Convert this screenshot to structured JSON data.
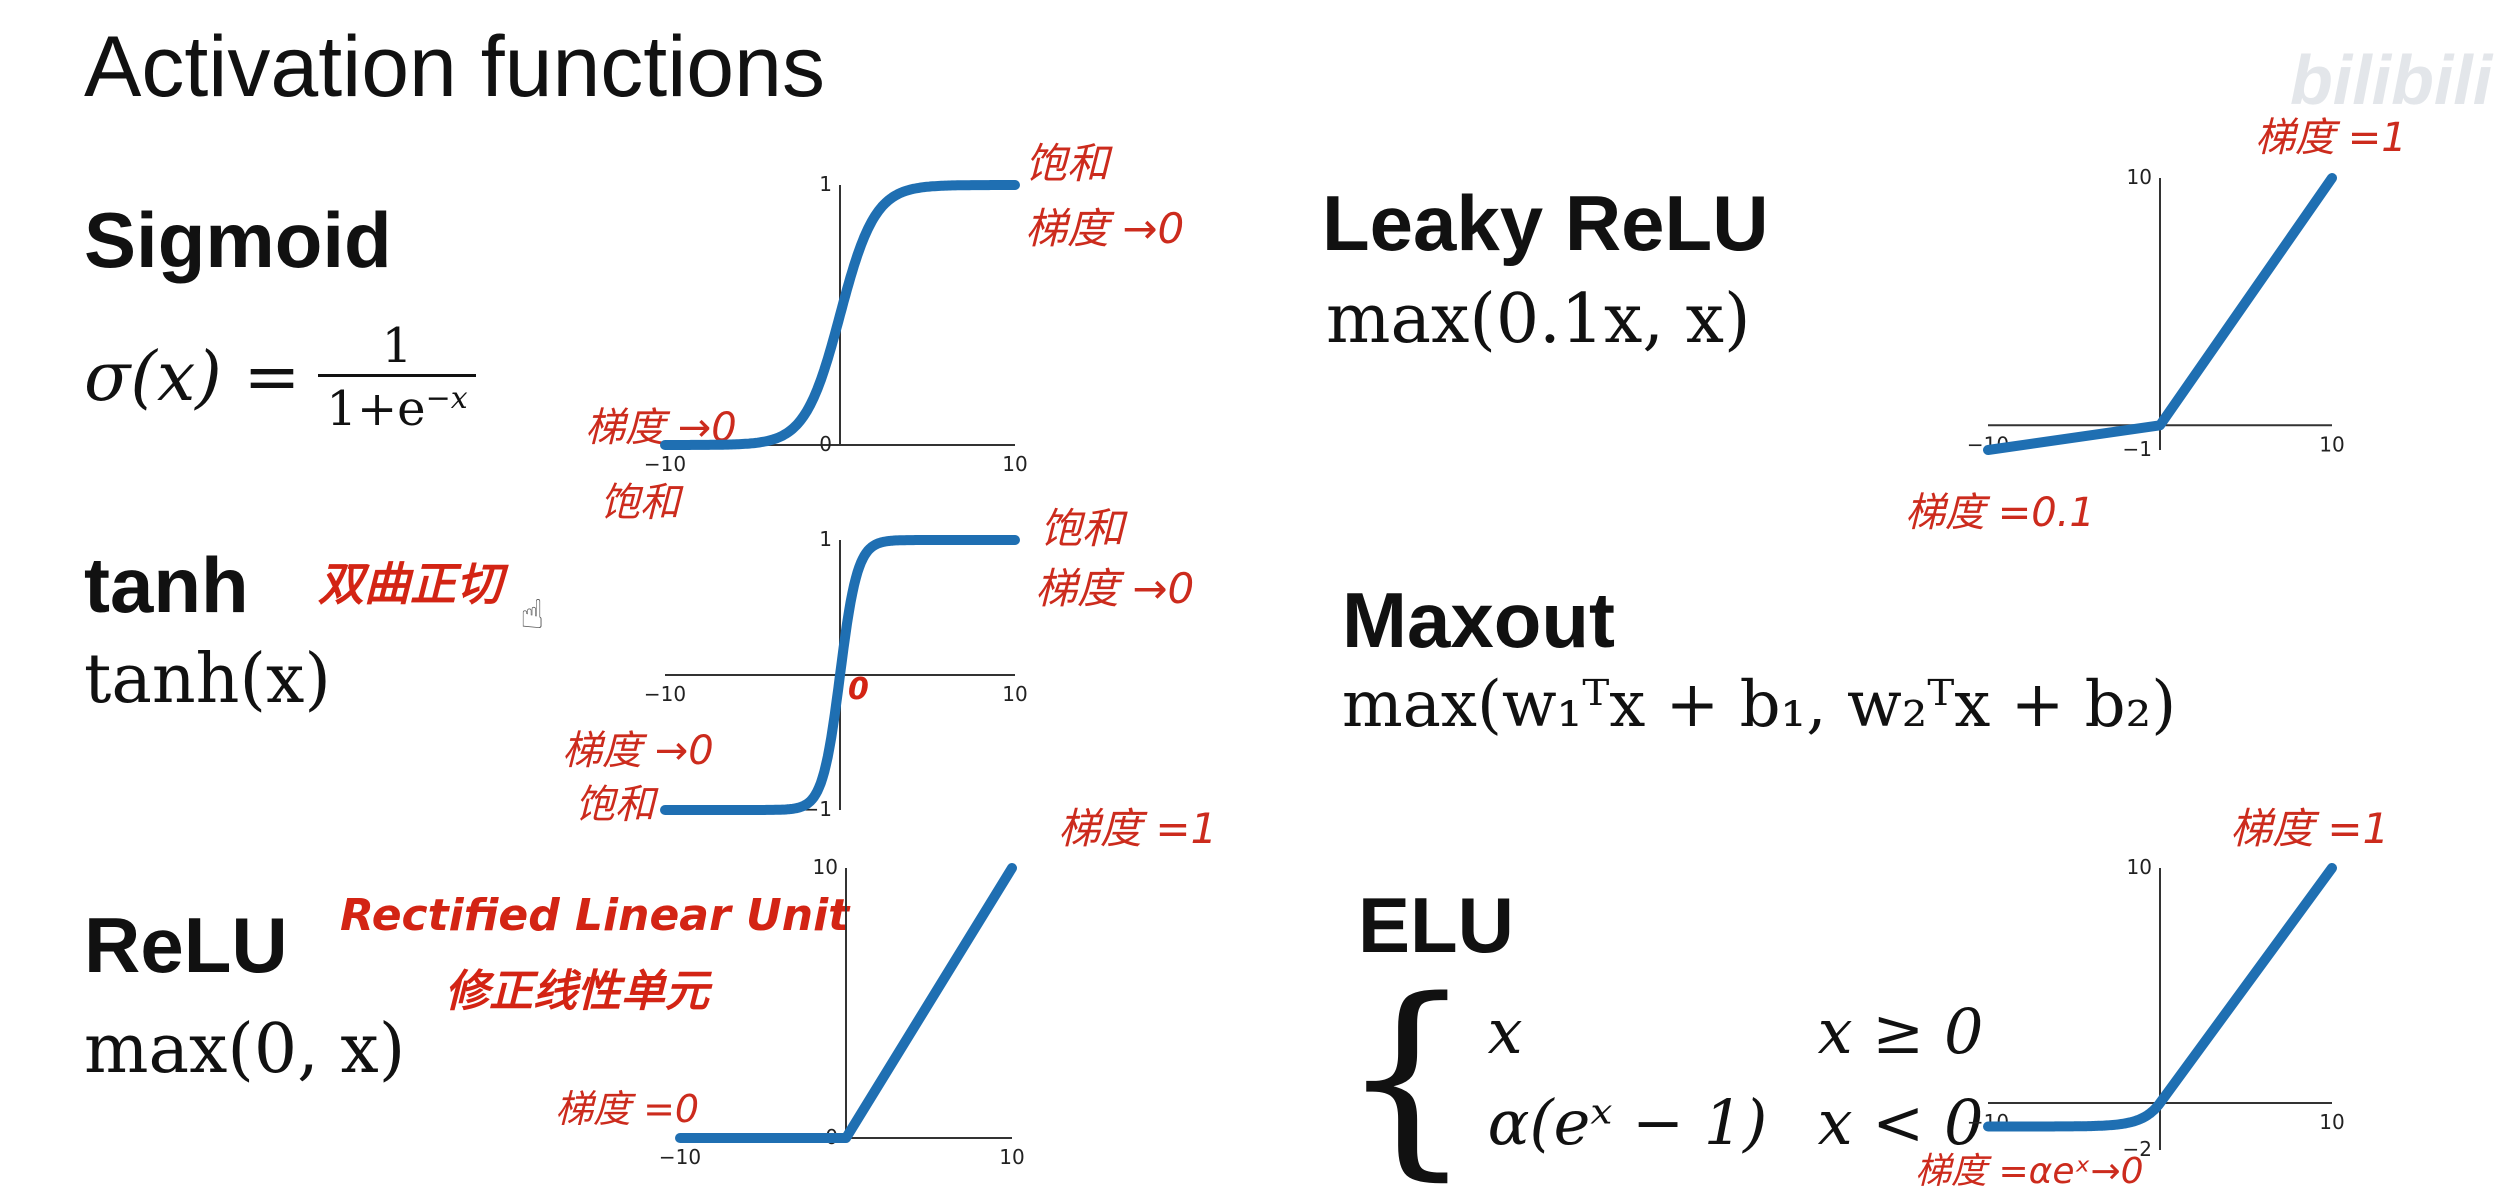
{
  "title": "Activation functions",
  "watermark": "bilibili",
  "functions": {
    "sigmoid": {
      "name": "Sigmoid",
      "lhs": "σ(x) =",
      "frac_num": "1",
      "frac_den": "1+e",
      "frac_exp": "−x",
      "notes": {
        "top_saturation": "饱和",
        "top_gradient": "梯度 →0",
        "bottom_gradient": "梯度 →0",
        "bottom_saturation": "饱和"
      }
    },
    "tanh": {
      "name": "tanh",
      "formula": "tanh(x)",
      "chinese": "双曲正切",
      "notes": {
        "top_saturation": "饱和",
        "top_gradient": "梯度 →0",
        "bottom_gradient": "梯度 →0",
        "bottom_saturation": "饱和",
        "zero_mark": "0"
      }
    },
    "relu": {
      "name": "ReLU",
      "formula": "max(0, x)",
      "english_note": "Rectified Linear Unit",
      "chinese_note": "修正线性单元",
      "notes": {
        "right_gradient": "梯度 =1",
        "left_gradient": "梯度 =0"
      }
    },
    "leaky_relu": {
      "name": "Leaky ReLU",
      "formula": "max(0.1x, x)",
      "notes": {
        "right_gradient": "梯度 =1",
        "left_gradient": "梯度 =0.1"
      }
    },
    "maxout": {
      "name": "Maxout",
      "formula": "max(w₁ᵀx + b₁, w₂ᵀx + b₂)"
    },
    "elu": {
      "name": "ELU",
      "case1_expr": "x",
      "case1_cond": "x ≥ 0",
      "case2_expr": "α(eˣ − 1)",
      "case2_cond": "x < 0",
      "notes": {
        "right_gradient": "梯度 =1",
        "left_gradient": "梯度 =αeˣ→0"
      }
    }
  },
  "chart_data": [
    {
      "type": "line",
      "name": "Sigmoid",
      "xlim": [
        -10,
        10
      ],
      "ylim": [
        0,
        1
      ],
      "xticks": [
        "−10",
        "10"
      ],
      "yticks": [
        "0",
        "1"
      ],
      "x": [
        -10,
        -8,
        -6,
        -4,
        -3,
        -2,
        -1,
        0,
        1,
        2,
        3,
        4,
        6,
        8,
        10
      ],
      "y": [
        0.0,
        0.0003,
        0.0025,
        0.018,
        0.047,
        0.119,
        0.269,
        0.5,
        0.731,
        0.881,
        0.953,
        0.982,
        0.9975,
        0.9997,
        1.0
      ]
    },
    {
      "type": "line",
      "name": "tanh",
      "xlim": [
        -10,
        10
      ],
      "ylim": [
        -1,
        1
      ],
      "xticks": [
        "−10",
        "10"
      ],
      "yticks": [
        "−1",
        "1"
      ],
      "x": [
        -10,
        -4,
        -3,
        -2,
        -1.5,
        -1,
        -0.5,
        0,
        0.5,
        1,
        1.5,
        2,
        3,
        4,
        10
      ],
      "y": [
        -1.0,
        -0.999,
        -0.995,
        -0.964,
        -0.905,
        -0.762,
        -0.462,
        0,
        0.462,
        0.762,
        0.905,
        0.964,
        0.995,
        0.999,
        1.0
      ]
    },
    {
      "type": "line",
      "name": "ReLU",
      "xlim": [
        -10,
        10
      ],
      "ylim": [
        0,
        10
      ],
      "xticks": [
        "−10",
        "10"
      ],
      "yticks": [
        "0",
        "10"
      ],
      "x": [
        -10,
        0,
        10
      ],
      "y": [
        0,
        0,
        10
      ]
    },
    {
      "type": "line",
      "name": "Leaky ReLU",
      "xlim": [
        -10,
        10
      ],
      "ylim": [
        -1,
        10
      ],
      "xticks": [
        "−10",
        "10"
      ],
      "yticks": [
        "−1",
        "10"
      ],
      "x": [
        -10,
        0,
        10
      ],
      "y": [
        -1,
        0,
        10
      ]
    },
    {
      "type": "line",
      "name": "ELU",
      "xlim": [
        -10,
        10
      ],
      "ylim": [
        -2,
        10
      ],
      "xticks": [
        "−10",
        "10"
      ],
      "yticks": [
        "−2",
        "10"
      ],
      "x": [
        -10,
        -6,
        -4,
        -3,
        -2,
        -1,
        -0.5,
        0,
        10
      ],
      "y": [
        -1.0,
        -0.998,
        -0.982,
        -0.95,
        -0.865,
        -0.632,
        -0.393,
        0,
        10
      ]
    }
  ]
}
